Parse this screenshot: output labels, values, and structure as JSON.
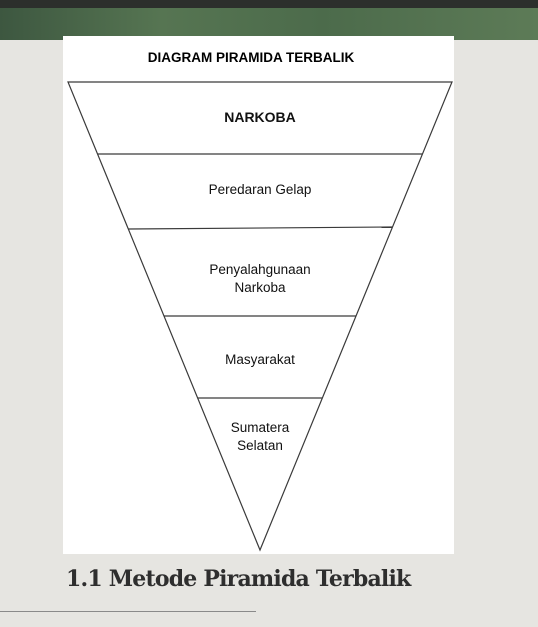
{
  "diagram": {
    "title": "DIAGRAM PIRAMIDA TERBALIK",
    "levels": [
      {
        "lines": [
          "NARKOBA"
        ],
        "bold": true
      },
      {
        "lines": [
          "Peredaran Gelap"
        ],
        "bold": false
      },
      {
        "lines": [
          "Penyalahgunaan",
          "Narkoba"
        ],
        "bold": false
      },
      {
        "lines": [
          "Masyarakat"
        ],
        "bold": false
      },
      {
        "lines": [
          "Sumatera",
          "Selatan"
        ],
        "bold": false
      }
    ]
  },
  "slide": {
    "title": "1.1 Metode Piramida Terbalik"
  }
}
